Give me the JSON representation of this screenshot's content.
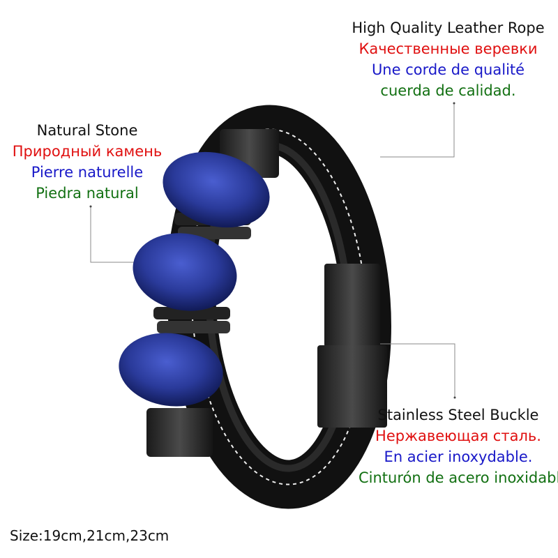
{
  "labels": {
    "leather": {
      "en": "High Quality Leather Rope",
      "ru": "Качественные веревки",
      "fr": "Une corde de qualité",
      "es": "cuerda de calidad."
    },
    "stone": {
      "en": "Natural Stone",
      "ru": "Природный камень",
      "fr": "Pierre naturelle",
      "es": "Piedra natural"
    },
    "buckle": {
      "en": "Stainless Steel Buckle",
      "ru": "Нержавеющая сталь.",
      "fr": "En acier inoxydable.",
      "es": "Cinturón de acero inoxidable"
    }
  },
  "size_text": "Size:19cm,21cm,23cm",
  "colors": {
    "english": "#111111",
    "russian": "#e01010",
    "french": "#1818c8",
    "spanish": "#127012",
    "stone": "#2a3a9a"
  }
}
